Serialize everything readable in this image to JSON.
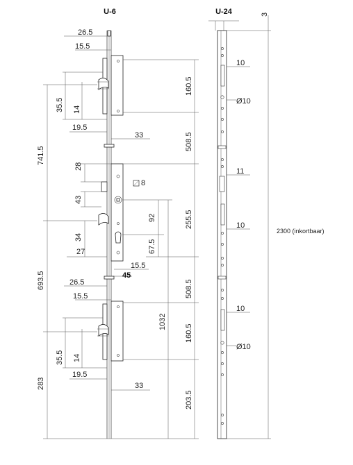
{
  "headers": {
    "left": "U-6",
    "right": "U-24"
  },
  "total_length_note": "2300 (inkortbaar)",
  "top_offset": "3",
  "left_top_lock": {
    "d_26_5": "26.5",
    "d_15_5": "15.5",
    "d_35_5": "35.5",
    "d_14": "14",
    "d_19_5": "19.5",
    "d_33": "33",
    "d_160_5": "160.5"
  },
  "left_center_lock": {
    "d_741_5": "741.5",
    "d_508_5_top": "508.5",
    "d_28": "28",
    "d_8": "8",
    "d_43": "43",
    "d_255_5": "255.5",
    "d_92": "92",
    "d_34": "34",
    "d_67_5": "67.5",
    "d_27": "27",
    "d_15_5": "15.5",
    "d_45": "45",
    "d_508_5_bottom": "508.5"
  },
  "left_bottom_lock": {
    "d_693_5": "693.5",
    "d_1032": "1032",
    "d_26_5": "26.5",
    "d_15_5": "15.5",
    "d_35_5": "35.5",
    "d_14": "14",
    "d_160_5": "160.5",
    "d_283": "283",
    "d_19_5": "19.5",
    "d_33": "33",
    "d_203_5": "203.5"
  },
  "right_profile": {
    "w_10_top": "10",
    "dia_10_top": "Ø10",
    "w_11": "11",
    "w_10_mid": "10",
    "w_10_low": "10",
    "dia_10_low": "Ø10"
  },
  "icons": [
    "square-spindle-icon"
  ]
}
